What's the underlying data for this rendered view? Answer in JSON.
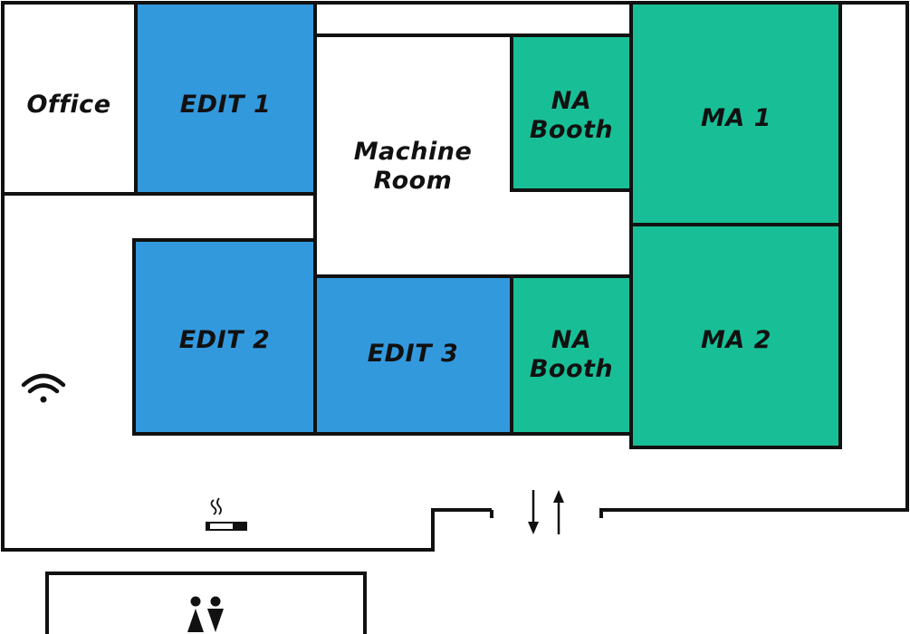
{
  "colors": {
    "edit": "#3399dd",
    "audio": "#18bf96",
    "neutral": "#ffffff",
    "line": "#111111"
  },
  "rooms": {
    "office": {
      "label": "Office"
    },
    "edit1": {
      "label": "EDIT 1"
    },
    "machine_room": {
      "line1": "Machine",
      "line2": "Room"
    },
    "na_booth_1": {
      "line1": "NA",
      "line2": "Booth"
    },
    "ma1": {
      "label": "MA 1"
    },
    "edit2": {
      "label": "EDIT 2"
    },
    "edit3": {
      "label": "EDIT 3"
    },
    "na_booth_2": {
      "line1": "NA",
      "line2": "Booth"
    },
    "ma2": {
      "label": "MA 2"
    }
  },
  "icons": {
    "wifi": "wifi-icon",
    "smoking": "smoking-area-icon",
    "elevator": "elevator-icon",
    "restroom": "restroom-icon"
  }
}
